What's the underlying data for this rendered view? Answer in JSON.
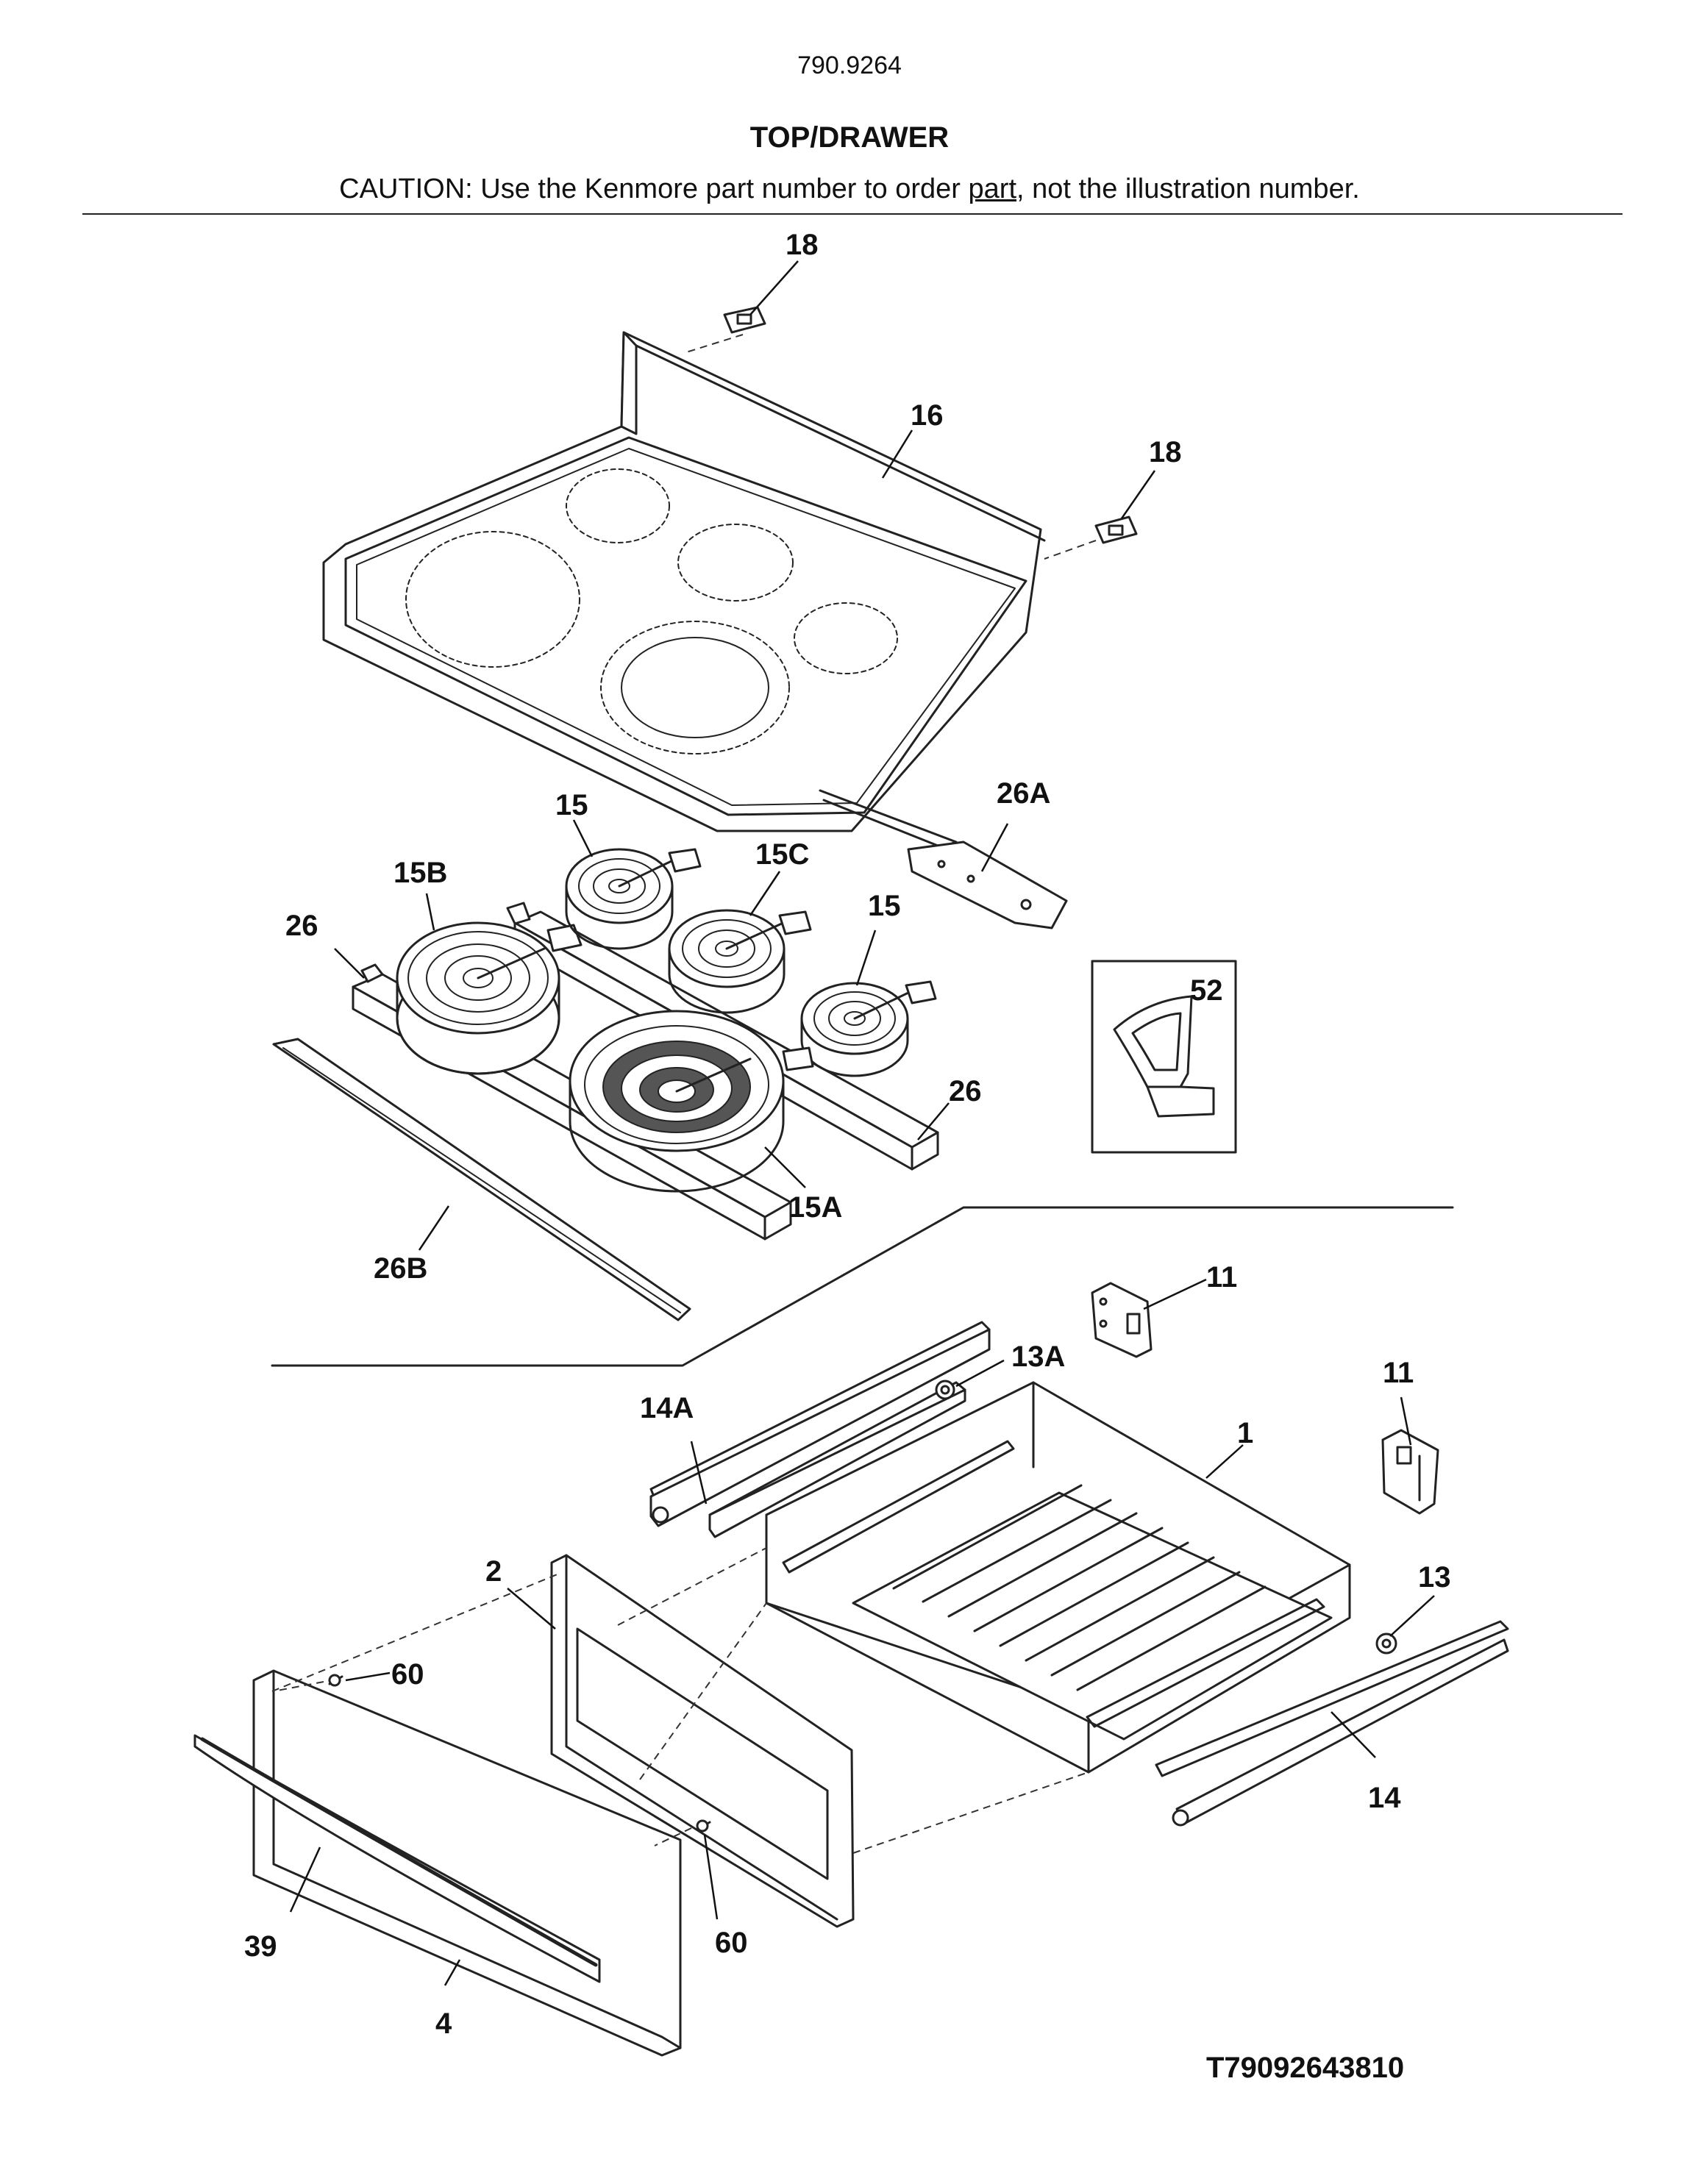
{
  "header": {
    "model_number": "790.9264",
    "section_title": "TOP/DRAWER",
    "caution_before": "CAUTION: Use the Kenmore part number to order ",
    "caution_underlined": "part",
    "caution_after": ", not the illustration number."
  },
  "callouts": {
    "c18a": "18",
    "c18b": "18",
    "c16": "16",
    "c15a": "15",
    "c15b": "15",
    "c15B": "15B",
    "c15C": "15C",
    "c15A": "15A",
    "c26A": "26A",
    "c26a": "26",
    "c26b": "26",
    "c26B": "26B",
    "c52": "52",
    "c11a": "11",
    "c11b": "11",
    "c13A": "13A",
    "c14A": "14A",
    "c1": "1",
    "c2": "2",
    "c13": "13",
    "c14": "14",
    "c60a": "60",
    "c60b": "60",
    "c39": "39",
    "c4": "4"
  },
  "footer": {
    "drawing_id": "T79092643810"
  }
}
